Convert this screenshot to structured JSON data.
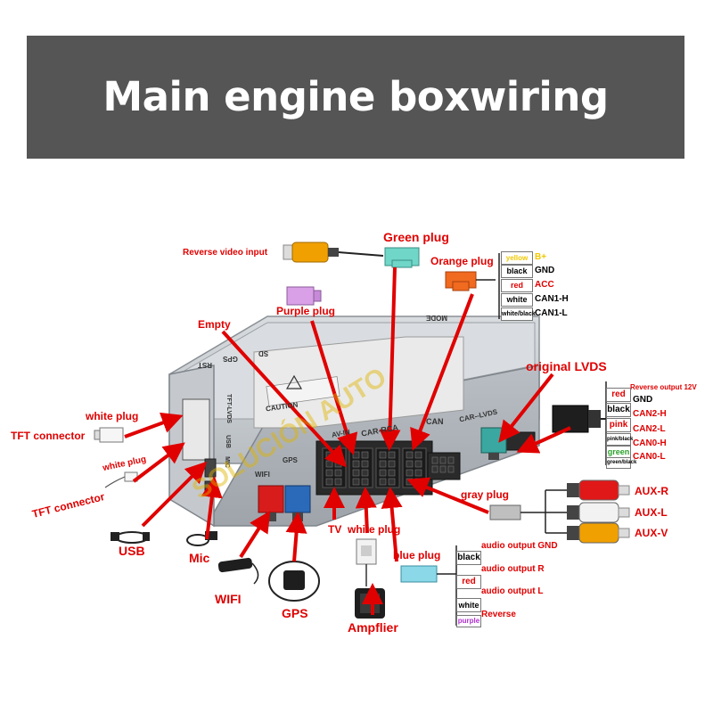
{
  "title": "Main engine boxwiring diagram",
  "watermark": "SOLUCIÓN AUTO",
  "box_panel": {
    "mode": "MODE",
    "car_lvds": "CAR--LVDS",
    "can": "CAN",
    "car_rca": "CAR-RCA",
    "sd": "SD",
    "gps_top": "GPS",
    "rst": "RST",
    "tft_lvds": "TFT-LVDS",
    "usb": "USB",
    "mic": "MIC",
    "wifi": "WIFI",
    "gps": "GPS",
    "caution": "CAUTION",
    "av": "AV-IN"
  },
  "labels": {
    "reverse_video_input": "Reverse video input",
    "green_plug": "Green plug",
    "orange_plug": "Orange plug",
    "purple_plug": "Purple plug",
    "empty": "Empty",
    "original_lvds": "original LVDS",
    "white_plug_1": "white plug",
    "tft_connector_1": "TFT connector",
    "white_plug_2": "white plug",
    "tft_connector_2": "TFT connector",
    "usb": "USB",
    "mic": "Mic",
    "wifi": "WIFI",
    "gps": "GPS",
    "tv": "TV",
    "white_plug_3": "white plug",
    "blue_plug": "blue plug",
    "gray_plug": "gray plug",
    "amplifier": "Ampflier"
  },
  "orange_wires": [
    {
      "color": "yellow",
      "signal": "B+",
      "text_color": "#f0c800"
    },
    {
      "color": "black",
      "signal": "GND",
      "text_color": "#000000"
    },
    {
      "color": "red",
      "signal": "ACC",
      "text_color": "#e00000"
    },
    {
      "color": "white",
      "signal": "CAN1-H",
      "text_color": "#000000"
    },
    {
      "color": "white/black",
      "signal": "CAN1-L",
      "text_color": "#000000"
    }
  ],
  "lvds_wires": [
    {
      "color": "red",
      "signal": "Reverse output 12V",
      "signal2": "GND",
      "text_color": "#e00000"
    },
    {
      "color": "black",
      "signal": "CAN2-H",
      "text_color": "#000000"
    },
    {
      "color": "pink",
      "signal": "CAN2-L",
      "text_color": "#e00000"
    },
    {
      "color": "pink/black",
      "signal": "CAN0-H",
      "text_color": "#000000"
    },
    {
      "color": "green",
      "signal": "CAN0-L",
      "text_color": "#2aa02a"
    },
    {
      "color": "green/black",
      "signal": "",
      "text_color": "#000000"
    }
  ],
  "aux": [
    {
      "signal": "AUX-R",
      "plug_color": "#e01818"
    },
    {
      "signal": "AUX-L",
      "plug_color": "#f2f2f2"
    },
    {
      "signal": "AUX-V",
      "plug_color": "#f0a000"
    }
  ],
  "blue_wires": [
    {
      "color": "black",
      "signal": "audio output GND",
      "text_color": "#000000"
    },
    {
      "color": "red",
      "signal": "audio output R",
      "text_color": "#e00000"
    },
    {
      "color": "white",
      "signal": "audio output L",
      "text_color": "#000000"
    },
    {
      "color": "purple",
      "signal": "Reverse",
      "text_color": "#b030d0"
    }
  ],
  "colors": {
    "banner": "#555555",
    "arrow": "#e00000",
    "box": "#c8ccd0",
    "green_plug": "#6fd6c8",
    "orange_plug": "#f06a20",
    "purple_plug": "#d9a0e8",
    "blue_plug": "#8ad8e8",
    "red_fakra": "#d81c1c",
    "blue_fakra": "#2a6ab8",
    "teal_fakra": "#3aa8a0"
  }
}
